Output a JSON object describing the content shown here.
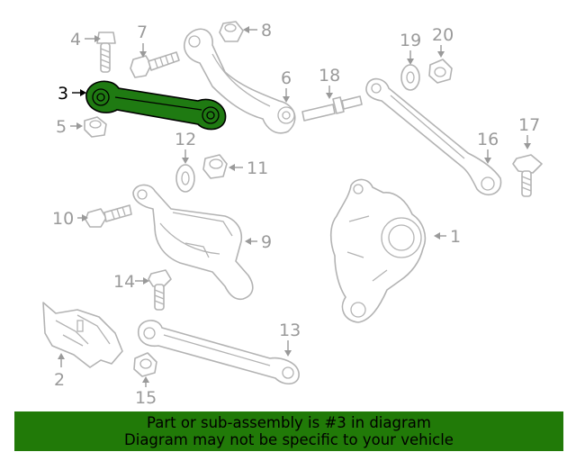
{
  "callouts": {
    "c1": "1",
    "c2": "2",
    "c3": "3",
    "c4": "4",
    "c5": "5",
    "c6": "6",
    "c7": "7",
    "c8": "8",
    "c9": "9",
    "c10": "10",
    "c11": "11",
    "c12": "12",
    "c13": "13",
    "c14": "14",
    "c15": "15",
    "c16": "16",
    "c17": "17",
    "c18": "18",
    "c19": "19",
    "c20": "20"
  },
  "highlighted_part": "3",
  "colors": {
    "highlight": "#1f7a12",
    "banner": "#217a08",
    "part_outline": "#b3b3b3",
    "callout_gray": "#9a9a9a"
  },
  "banner": {
    "line1": "Part or sub-assembly is #3 in diagram",
    "line2": "Diagram may not be specific to your vehicle"
  }
}
